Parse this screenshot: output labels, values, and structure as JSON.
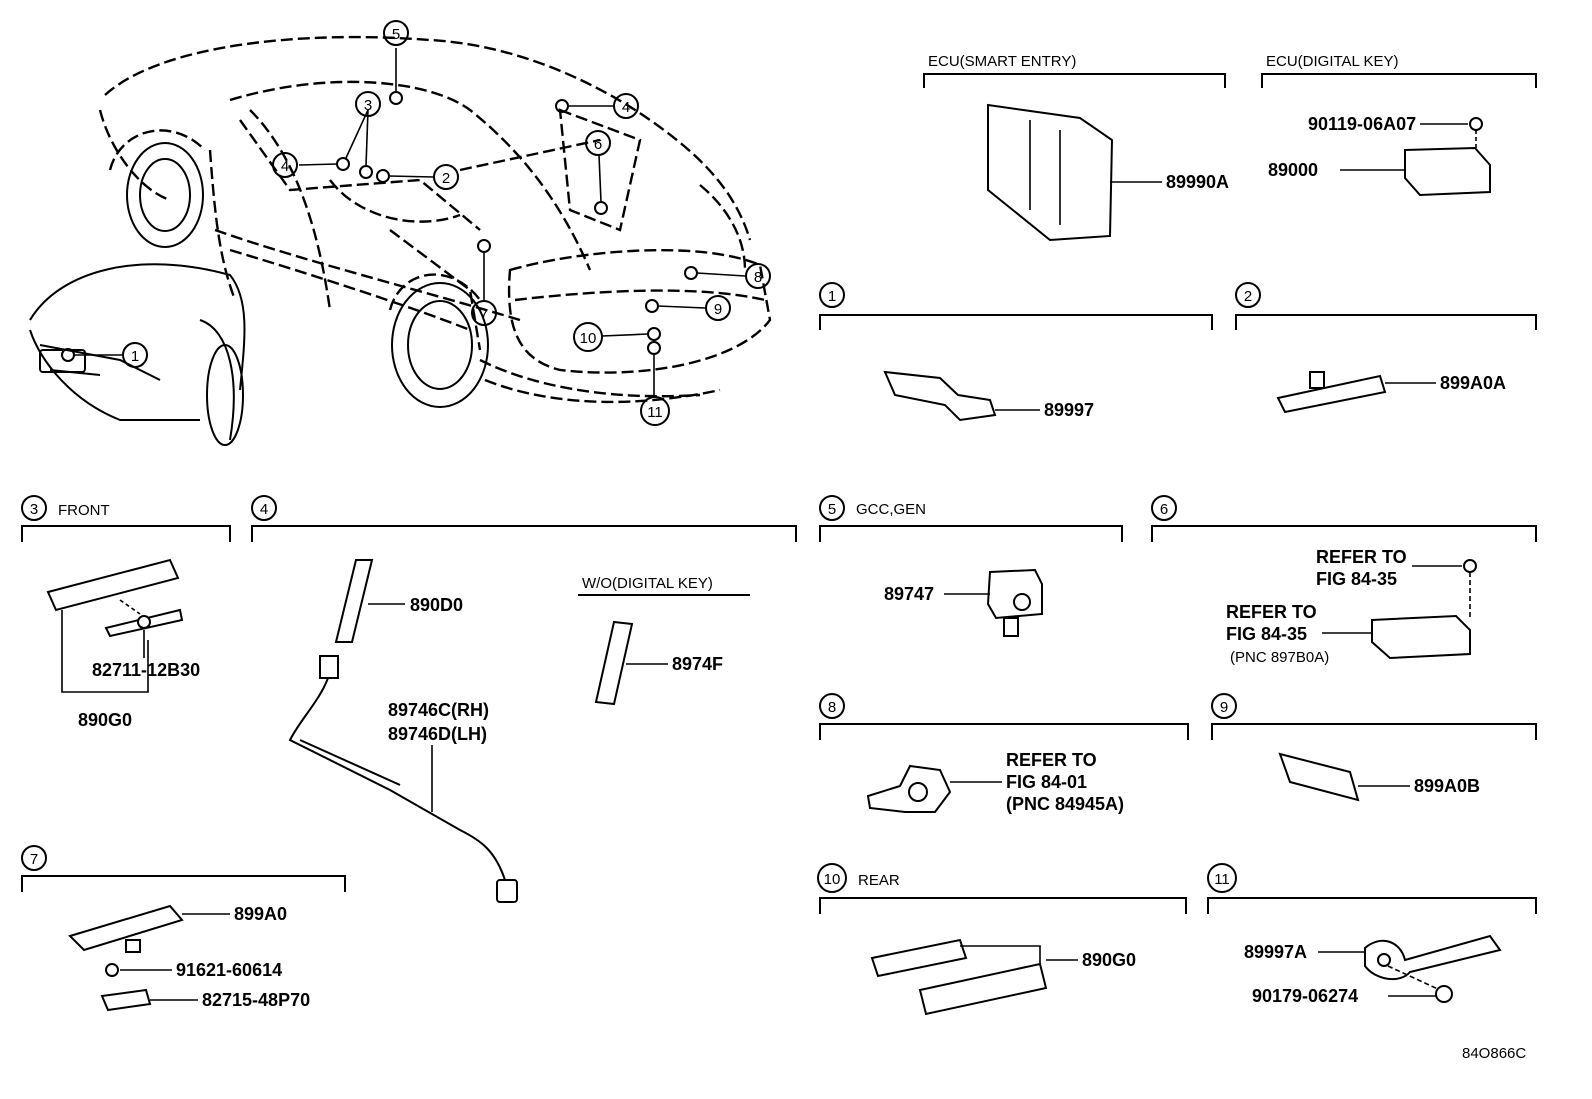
{
  "diagram_id": "84O866C",
  "callouts": [
    "1",
    "2",
    "3",
    "4",
    "5",
    "6",
    "7",
    "8",
    "9",
    "10",
    "11"
  ],
  "sections": {
    "ecu_smart_entry": {
      "title": "ECU(SMART ENTRY)",
      "part": "89990A"
    },
    "ecu_digital_key": {
      "title": "ECU(DIGITAL KEY)",
      "bolt": "90119-06A07",
      "part": "89000"
    },
    "s1": {
      "num": "1",
      "part": "89997"
    },
    "s2": {
      "num": "2",
      "part": "899A0A"
    },
    "s3": {
      "num": "3",
      "title": "FRONT",
      "sub": "82711-12B30",
      "part": "890G0"
    },
    "s4": {
      "num": "4",
      "antenna": "890D0",
      "harness_rh": "89746C(RH)",
      "harness_lh": "89746D(LH)",
      "variant_title": "W/O(DIGITAL KEY)",
      "variant_part": "8974F"
    },
    "s5": {
      "num": "5",
      "title": "GCC,GEN",
      "part": "89747"
    },
    "s6": {
      "num": "6",
      "ref1a": "REFER TO",
      "ref1b": "FIG 84-35",
      "ref2a": "REFER TO",
      "ref2b": "FIG 84-35",
      "ref2c": "(PNC 897B0A)"
    },
    "s7": {
      "num": "7",
      "part": "899A0",
      "bolt": "91621-60614",
      "bracket": "82715-48P70"
    },
    "s8": {
      "num": "8",
      "ref_a": "REFER TO",
      "ref_b": "FIG 84-01",
      "ref_c": "(PNC 84945A)"
    },
    "s9": {
      "num": "9",
      "part": "899A0B"
    },
    "s10": {
      "num": "10",
      "title": "REAR",
      "part": "890G0"
    },
    "s11": {
      "num": "11",
      "part": "89997A",
      "sub": "90179-06274"
    }
  }
}
